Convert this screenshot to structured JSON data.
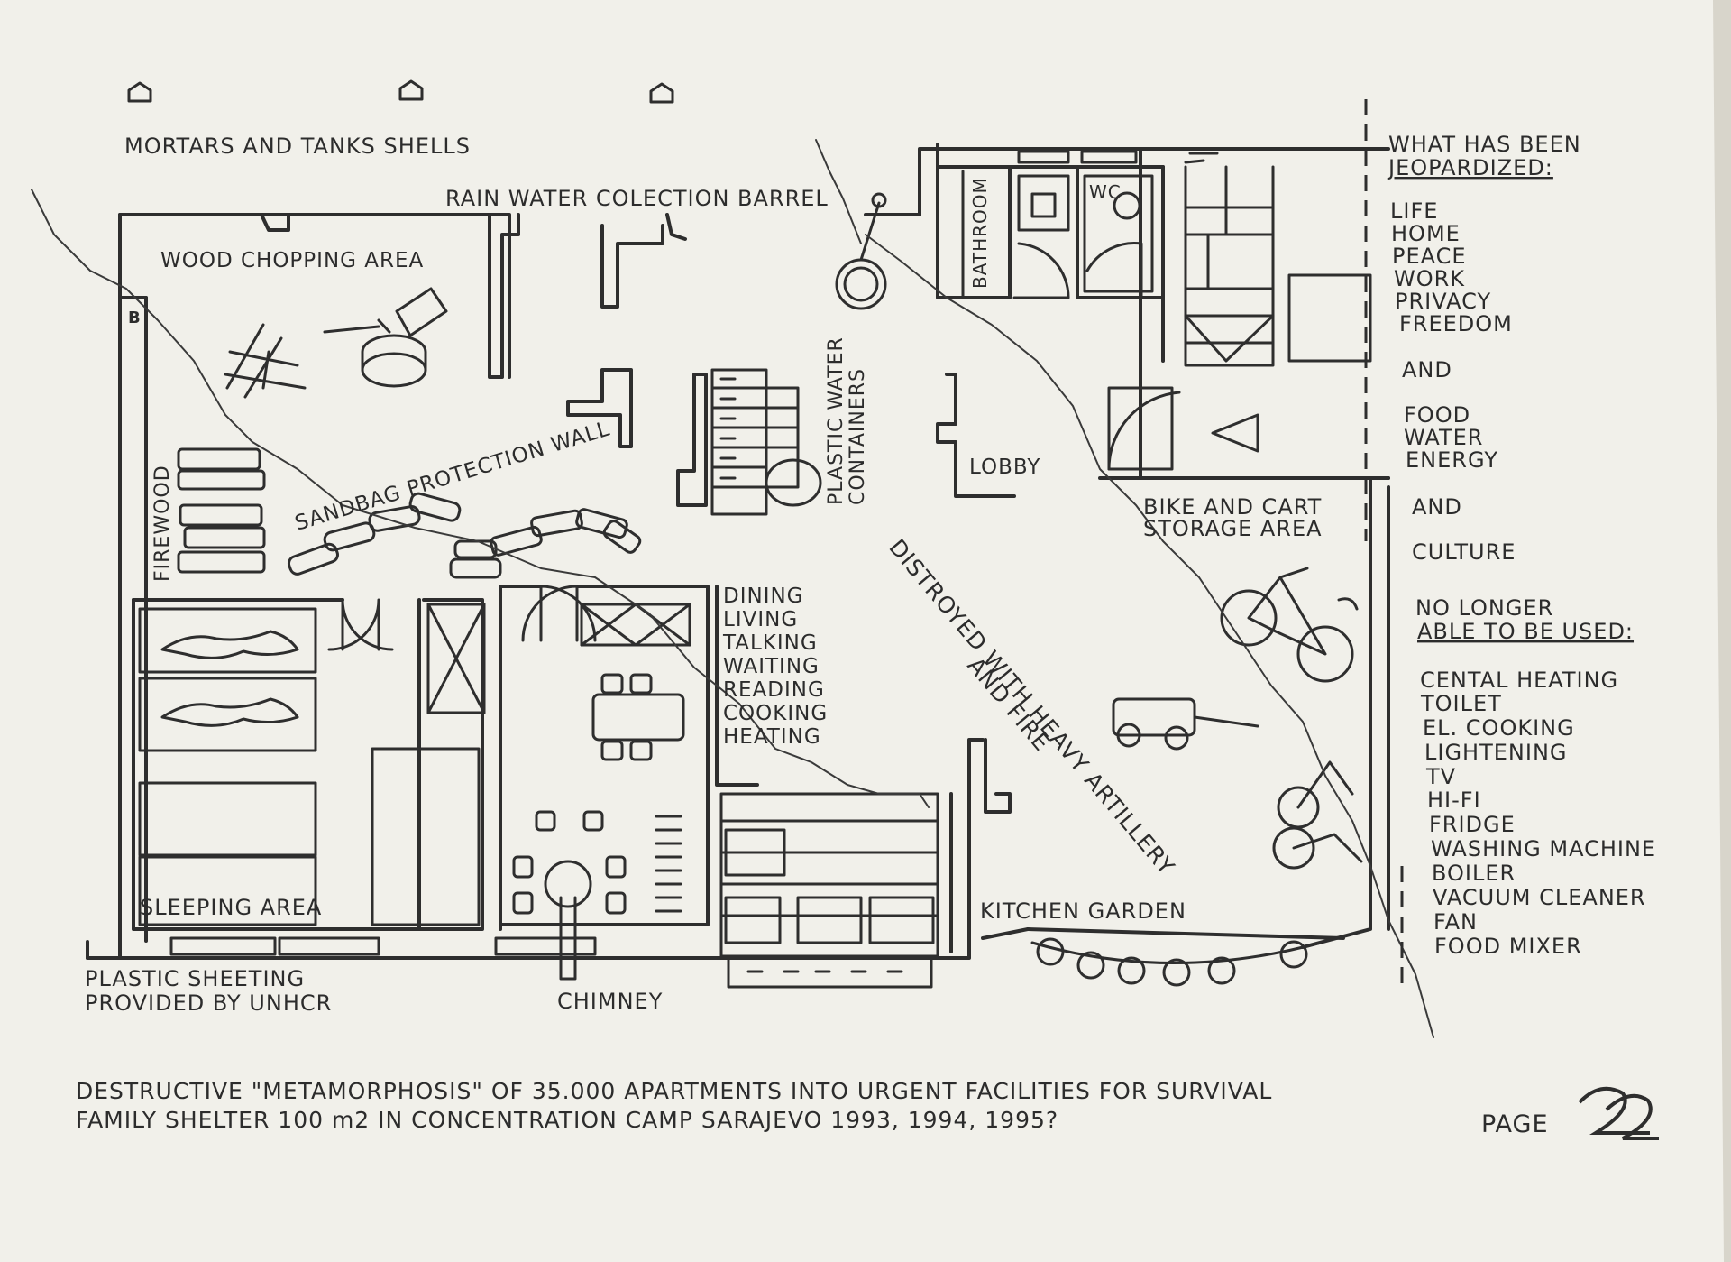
{
  "labels": {
    "mortars": "MORTARS AND TANKS SHELLS",
    "rain_barrel": "RAIN WATER COLECTION BARREL",
    "wood_chopping": "WOOD CHOPPING AREA",
    "b_marker": "B",
    "firewood": "FIREWOOD",
    "sandbag": "SANDBAG PROTECTION WALL",
    "water_containers_1": "PLASTIC WATER",
    "water_containers_2": "CONTAINERS",
    "bathroom": "BATHROOM",
    "wc": "WC",
    "lobby": "LOBBY",
    "bike_cart_1": "BIKE AND CART",
    "bike_cart_2": "STORAGE AREA",
    "destroyed_1": "DISTROYED WITH HEAVY ARTILLERY",
    "destroyed_2": "AND FIRE",
    "dining_list": [
      "DINING",
      "LIVING",
      "TALKING",
      "WAITING",
      "READING",
      "COOKING",
      "HEATING"
    ],
    "sleeping": "SLEEPING AREA",
    "kitchen_garden": "KITCHEN GARDEN",
    "plastic_sheeting_1": "PLASTIC SHEETING",
    "plastic_sheeting_2": "PROVIDED BY UNHCR",
    "chimney": "CHIMNEY"
  },
  "sidebar": {
    "heading_1": "WHAT HAS BEEN",
    "heading_2": "JEOPARDIZED:",
    "list_1": [
      "LIFE",
      "HOME",
      "PEACE",
      "WORK",
      "PRIVACY",
      "FREEDOM"
    ],
    "and_1": "AND",
    "list_2": [
      "FOOD",
      "WATER",
      "ENERGY"
    ],
    "and_2": "AND",
    "culture": "CULTURE",
    "no_longer_1": "NO LONGER",
    "no_longer_2": "ABLE TO BE USED:",
    "list_3": [
      "CENTAL HEATING",
      "TOILET",
      "EL. COOKING",
      "LIGHTENING",
      "TV",
      "HI-FI",
      "FRIDGE",
      "WASHING MACHINE",
      "BOILER",
      "VACUUM CLEANER",
      "FAN",
      "FOOD MIXER"
    ]
  },
  "caption": {
    "line_1": "DESTRUCTIVE \"METAMORPHOSIS\" OF 35.000 APARTMENTS INTO URGENT FACILITIES FOR SURVIVAL",
    "line_2": "FAMILY SHELTER 100 m2 IN CONCENTRATION CAMP SARAJEVO 1993, 1994, 1995?"
  },
  "page": {
    "label": "PAGE",
    "number": "2"
  },
  "colors": {
    "paper": "#f1f0ea",
    "ink": "#2e2e2e",
    "background": "#d8d5cb"
  }
}
